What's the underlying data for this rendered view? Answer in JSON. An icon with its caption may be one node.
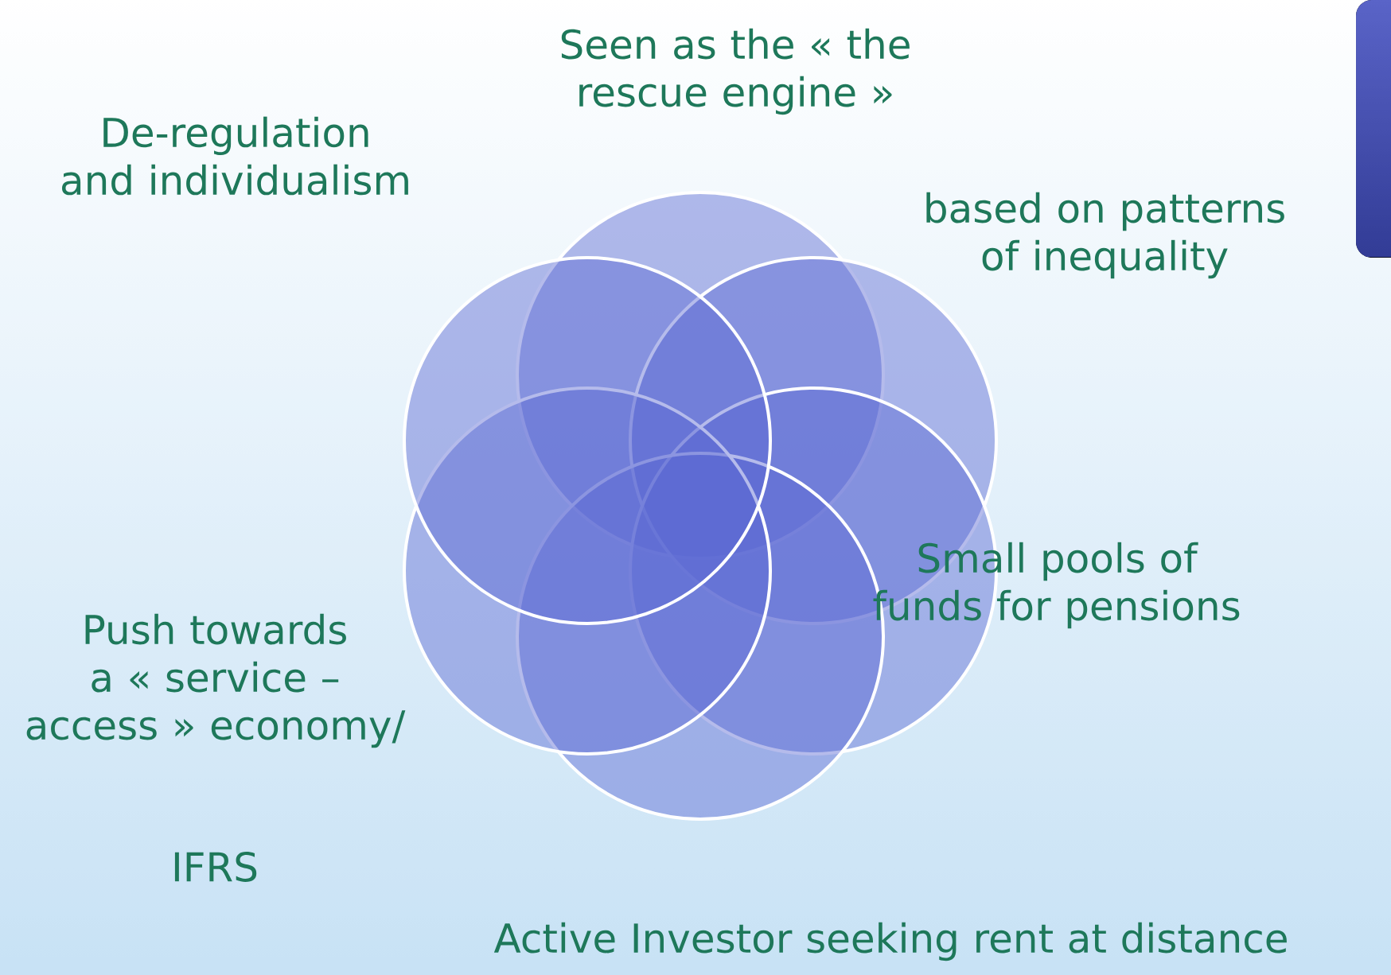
{
  "diagram": {
    "labels": [
      "Seen as the «  the rescue engine »",
      "De-regulation and individualism",
      "based on patterns of inequality",
      "Small pools of funds for pensions",
      "Push towards a « service – access » economy/",
      "IFRS",
      "Active Investor seeking rent at distance"
    ]
  }
}
